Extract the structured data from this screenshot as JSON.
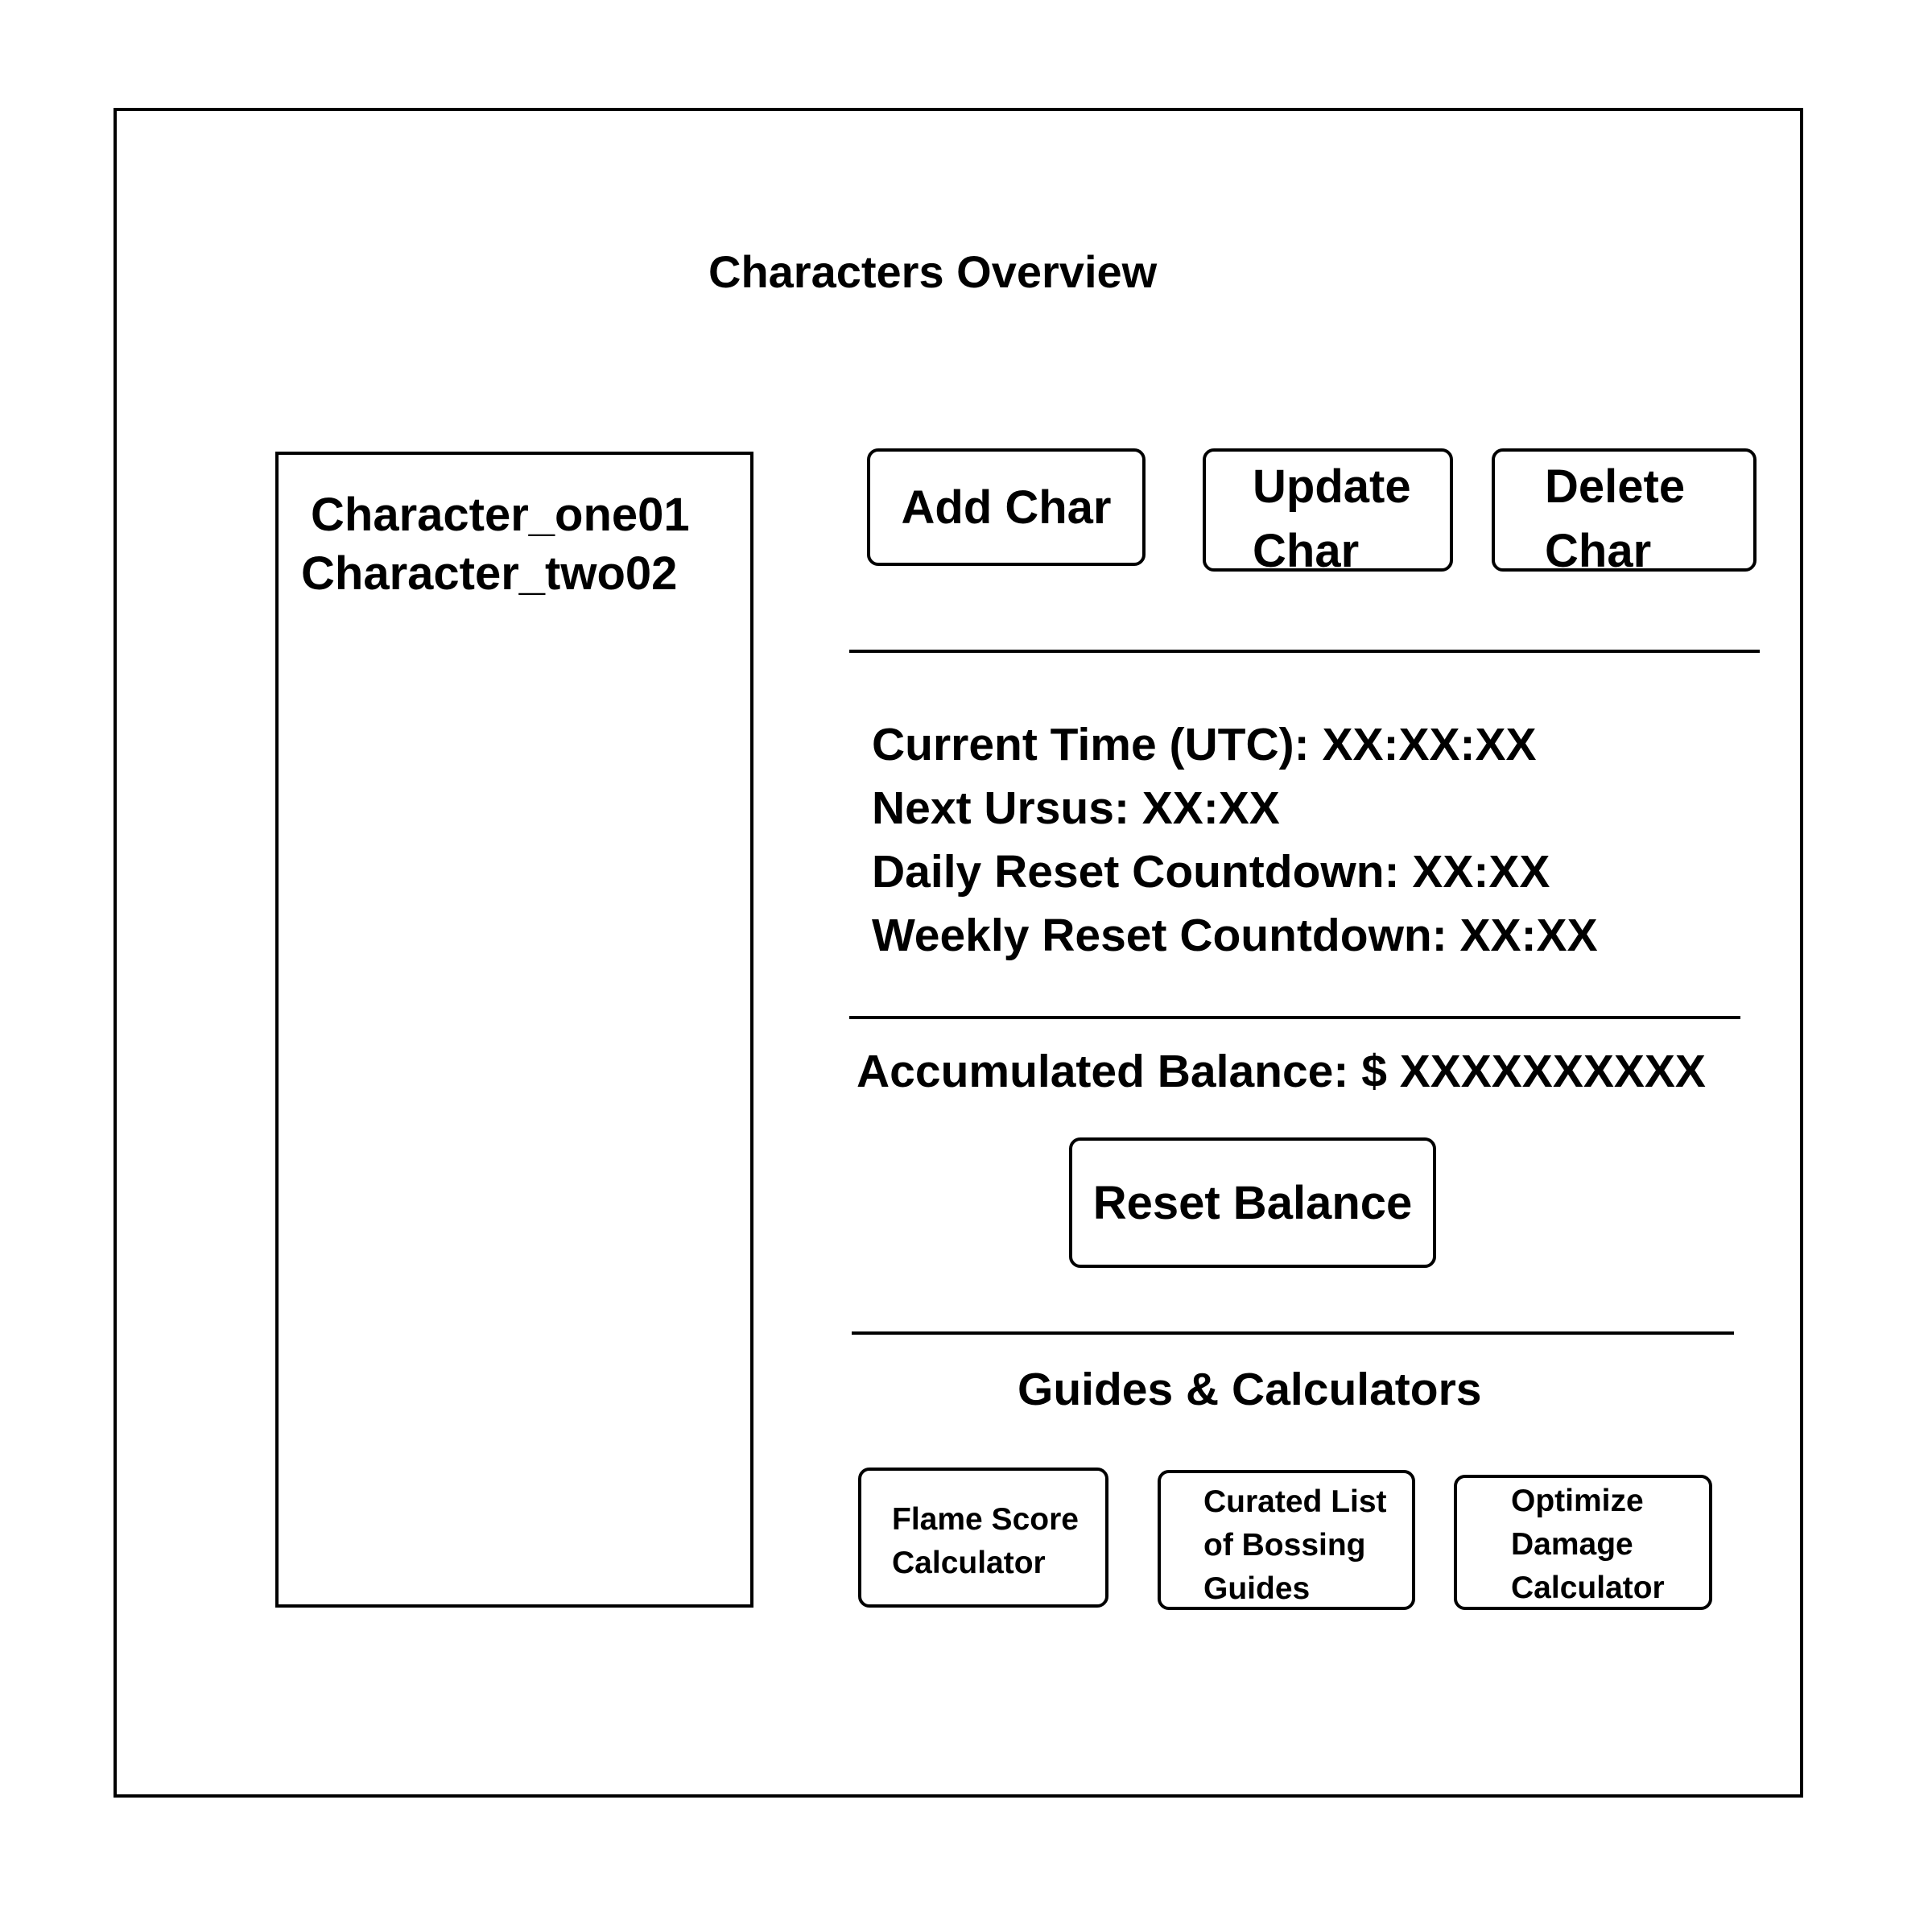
{
  "page": {
    "title": "Characters Overview"
  },
  "characters": {
    "items": [
      {
        "name": "Character_one01"
      },
      {
        "name": "Character_two02"
      }
    ]
  },
  "actions": {
    "add_label": "Add Char",
    "update_label_line1": "Update",
    "update_label_line2": "Char",
    "delete_label_line1": "Delete",
    "delete_label_line2": "Char"
  },
  "timers": {
    "current_time": "Current Time (UTC): XX:XX:XX",
    "next_ursus": "Next Ursus: XX:XX",
    "daily_reset": "Daily Reset Countdown: XX:XX",
    "weekly_reset": "Weekly Reset Countdown: XX:XX"
  },
  "balance": {
    "text": "Accumulated Balance: $ XXXXXXXXXX",
    "reset_label": "Reset Balance"
  },
  "guides": {
    "title": "Guides & Calculators",
    "flame": {
      "line1": "Flame Score",
      "line2": "Calculator"
    },
    "bossing": {
      "line1": "Curated List",
      "line2": "of Bossing",
      "line3": "Guides"
    },
    "damage": {
      "line1": "Optimize",
      "line2": "Damage",
      "line3": "Calculator"
    }
  }
}
